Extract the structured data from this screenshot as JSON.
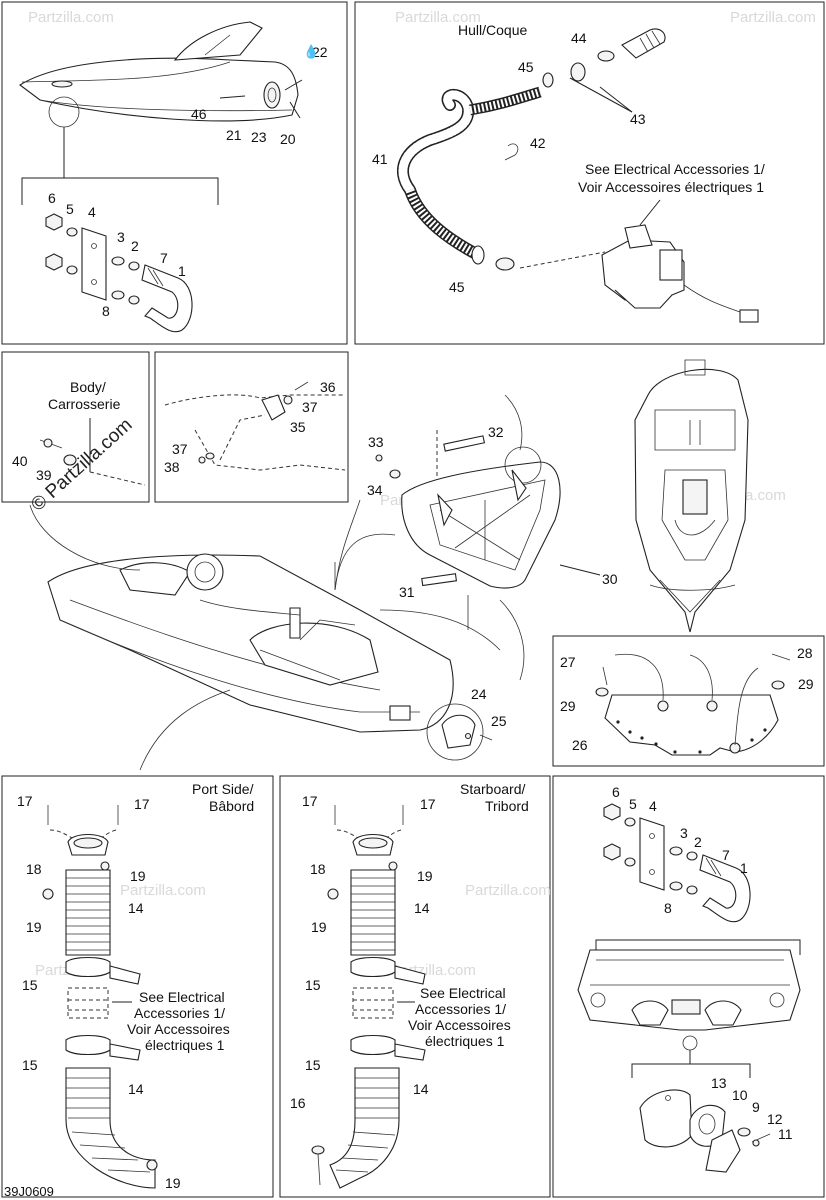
{
  "figure_code": "39J0609",
  "watermark": {
    "brand": "Partzilla.com",
    "copyright": "©"
  },
  "panels": {
    "top_left": {
      "labels": [
        "22",
        "46",
        "21",
        "23",
        "20",
        "6",
        "5",
        "4",
        "3",
        "2",
        "7",
        "1",
        "8"
      ]
    },
    "top_right": {
      "hull_label": "Hull/Coque",
      "note_line1": "See Electrical Accessories 1/",
      "note_line2": "Voir Accessoires électriques 1",
      "labels": [
        "44",
        "45",
        "43",
        "42",
        "41",
        "45"
      ]
    },
    "body": {
      "title_line1": "Body/",
      "title_line2": "Carrosserie",
      "labels": [
        "40",
        "39"
      ]
    },
    "mid_small": {
      "labels": [
        "36",
        "37",
        "35",
        "37",
        "38"
      ]
    },
    "tray": {
      "labels": [
        "33",
        "32",
        "34",
        "30",
        "31"
      ]
    },
    "rear_panel": {
      "labels": [
        "27",
        "28",
        "29",
        "29",
        "26"
      ]
    },
    "center": {
      "labels": [
        "24",
        "25"
      ]
    },
    "port": {
      "title_line1": "Port Side/",
      "title_line2": "Bâbord",
      "note_line1": "See Electrical",
      "note_line2": "Accessories 1/",
      "note_line3": "Voir Accessoires",
      "note_line4": "électriques 1",
      "labels": [
        "17",
        "17",
        "18",
        "19",
        "19",
        "14",
        "15",
        "15",
        "14",
        "19"
      ]
    },
    "starboard": {
      "title_line1": "Starboard/",
      "title_line2": "Tribord",
      "note_line1": "See Electrical",
      "note_line2": "Accessories 1/",
      "note_line3": "Voir Accessoires",
      "note_line4": "électriques 1",
      "labels": [
        "17",
        "17",
        "18",
        "19",
        "19",
        "14",
        "15",
        "15",
        "14",
        "16"
      ]
    },
    "bottom_right": {
      "labels": [
        "6",
        "5",
        "4",
        "3",
        "2",
        "7",
        "1",
        "8",
        "13",
        "10",
        "9",
        "12",
        "11"
      ]
    }
  }
}
